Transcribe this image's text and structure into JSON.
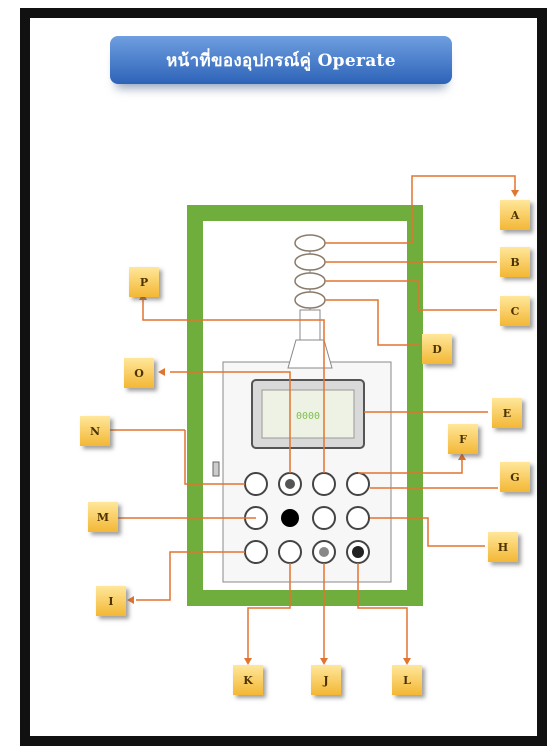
{
  "title": "หน้าที่ของอุปกรณ์คู่ Operate",
  "device": {
    "lcd_text": "0000"
  },
  "callouts": [
    "A",
    "B",
    "C",
    "D",
    "E",
    "F",
    "G",
    "H",
    "I",
    "J",
    "K",
    "L",
    "M",
    "N",
    "O",
    "P"
  ],
  "colors": {
    "frame": "#6fae3c",
    "leader": "#e2742f",
    "banner": "#3f74c8",
    "tag": "#f6c447"
  }
}
